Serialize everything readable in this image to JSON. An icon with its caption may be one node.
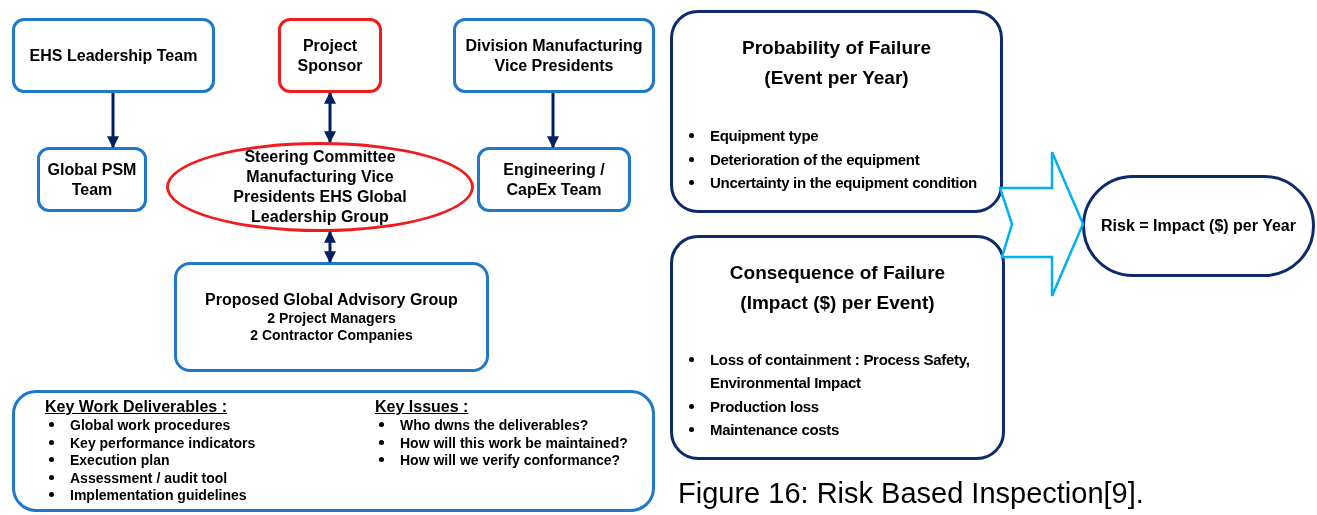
{
  "diagram": {
    "caption": "Figure 16: Risk Based Inspection[9].",
    "nodes": [
      {
        "text": [
          "EHS Leadership Team"
        ]
      },
      {
        "text": [
          "Project Sponsor"
        ]
      },
      {
        "text": [
          "Division Manufacturing Vice Presidents"
        ]
      },
      {
        "text": [
          "Global PSM Team"
        ]
      },
      {
        "text": [
          "Steering Committee Manufacturing Vice Presidents EHS Global Leadership Group"
        ]
      },
      {
        "text": [
          "Engineering / CapEx Team"
        ]
      },
      {
        "text": [
          "Proposed Global Advisory Group",
          "2 Project Managers",
          "2 Contractor Companies"
        ]
      },
      {
        "text": [
          "Key Work Deliverables :",
          "Global work procedures",
          "Key performance indicators",
          "Execution plan",
          "Assessment / audit tool",
          "Implementation guidelines",
          "Key Issues :",
          "Who dwns the deliverables?",
          "How will this work be maintained?",
          "How will we verify conformance?"
        ]
      },
      {
        "text": [
          "Probability of Failure",
          "(Event per Year)",
          "Equipment type",
          "Deterioration of the equipment",
          "Uncertainty in the equipment condition"
        ]
      },
      {
        "text": [
          "Consequence of Failure",
          "(Impact ($) per Event)",
          "Loss of containment : Process Safety, Environmental Impact",
          "Production loss",
          "Maintenance costs"
        ]
      },
      {
        "text": [
          "Risk = Impact ($) per Year"
        ]
      }
    ],
    "edges": [
      {
        "from": 0,
        "to": 3,
        "arrow": "to"
      },
      {
        "from": 2,
        "to": 5,
        "arrow": "to"
      },
      {
        "from": 1,
        "to": 4,
        "arrow": "both"
      },
      {
        "from": 4,
        "to": 6,
        "arrow": "both"
      },
      {
        "from": 8,
        "to": 10,
        "arrow": "to",
        "style": "thick",
        "color": "#00b0f0"
      },
      {
        "from": 9,
        "to": 10,
        "arrow": "to",
        "style": "thick",
        "color": "#00b0f0"
      }
    ]
  }
}
